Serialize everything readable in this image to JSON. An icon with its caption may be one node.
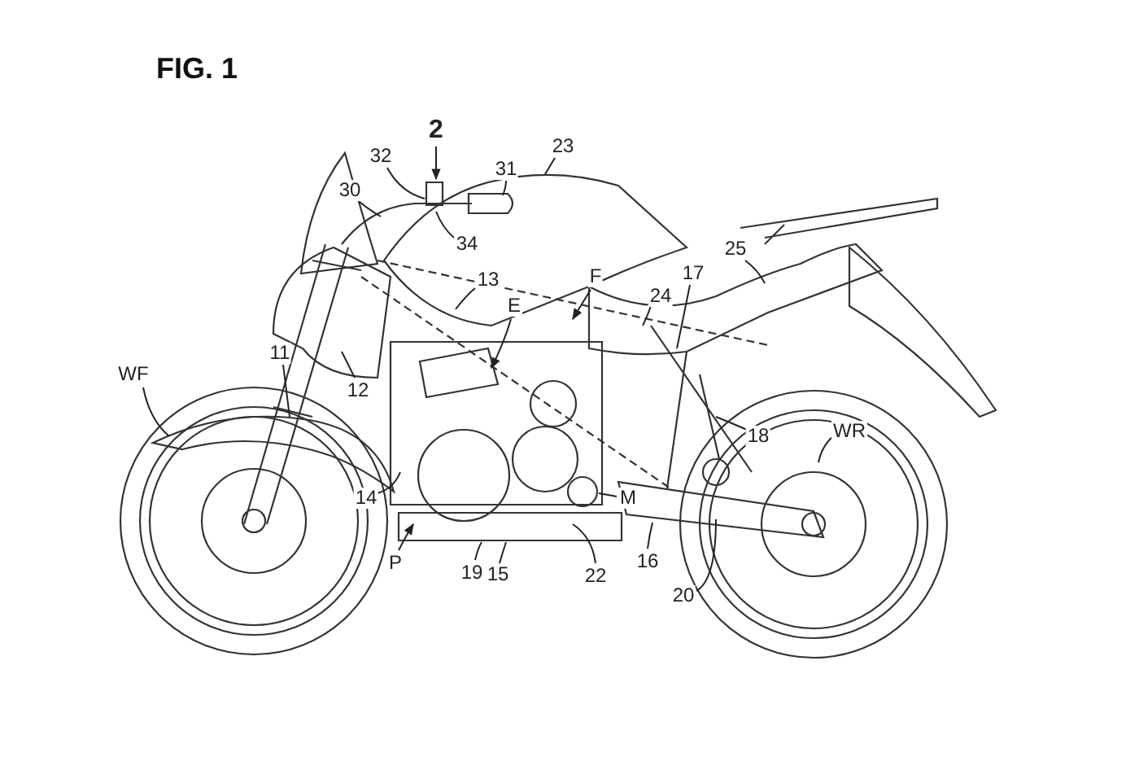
{
  "diagram": {
    "title": "FIG. 1",
    "nodes": [
      {
        "text": [
          "2"
        ]
      },
      {
        "text": [
          "32"
        ]
      },
      {
        "text": [
          "30"
        ]
      },
      {
        "text": [
          "31"
        ]
      },
      {
        "text": [
          "23"
        ]
      },
      {
        "text": [
          "34"
        ]
      },
      {
        "text": [
          "13"
        ]
      },
      {
        "text": [
          "E"
        ]
      },
      {
        "text": [
          "F"
        ]
      },
      {
        "text": [
          "25"
        ]
      },
      {
        "text": [
          "17"
        ]
      },
      {
        "text": [
          "24"
        ]
      },
      {
        "text": [
          "WF"
        ]
      },
      {
        "text": [
          "11"
        ]
      },
      {
        "text": [
          "12"
        ]
      },
      {
        "text": [
          "18"
        ]
      },
      {
        "text": [
          "WR"
        ]
      },
      {
        "text": [
          "14"
        ]
      },
      {
        "text": [
          "M"
        ]
      },
      {
        "text": [
          "P"
        ]
      },
      {
        "text": [
          "19"
        ]
      },
      {
        "text": [
          "15"
        ]
      },
      {
        "text": [
          "22"
        ]
      },
      {
        "text": [
          "16"
        ]
      },
      {
        "text": [
          "20"
        ]
      }
    ],
    "edges": [
      {
        "from": 0,
        "to": null,
        "arrow": "to"
      },
      {
        "from": 1,
        "to": null,
        "arrow": "none"
      },
      {
        "from": 2,
        "to": null,
        "arrow": "none"
      },
      {
        "from": 3,
        "to": null,
        "arrow": "none"
      },
      {
        "from": 4,
        "to": null,
        "arrow": "none"
      },
      {
        "from": 5,
        "to": null,
        "arrow": "none"
      },
      {
        "from": 6,
        "to": null,
        "arrow": "none"
      },
      {
        "from": 7,
        "to": null,
        "arrow": "to"
      },
      {
        "from": 8,
        "to": null,
        "arrow": "to"
      },
      {
        "from": 9,
        "to": null,
        "arrow": "none"
      },
      {
        "from": 10,
        "to": null,
        "arrow": "none"
      },
      {
        "from": 11,
        "to": null,
        "arrow": "none"
      },
      {
        "from": 12,
        "to": null,
        "arrow": "none"
      },
      {
        "from": 13,
        "to": null,
        "arrow": "none"
      },
      {
        "from": 14,
        "to": null,
        "arrow": "none"
      },
      {
        "from": 15,
        "to": null,
        "arrow": "none"
      },
      {
        "from": 16,
        "to": null,
        "arrow": "none"
      },
      {
        "from": 17,
        "to": null,
        "arrow": "none"
      },
      {
        "from": 18,
        "to": null,
        "arrow": "none"
      },
      {
        "from": 19,
        "to": null,
        "arrow": "to"
      },
      {
        "from": 20,
        "to": null,
        "arrow": "none"
      },
      {
        "from": 21,
        "to": null,
        "arrow": "none"
      },
      {
        "from": 22,
        "to": null,
        "arrow": "none"
      },
      {
        "from": 23,
        "to": null,
        "arrow": "none"
      },
      {
        "from": 24,
        "to": null,
        "arrow": "none"
      }
    ]
  }
}
